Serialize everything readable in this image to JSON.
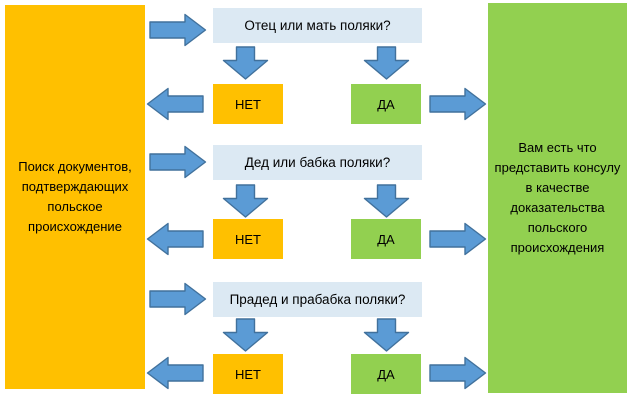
{
  "colors": {
    "orange": "#FFC000",
    "green": "#92D050",
    "question_bg": "#DCE9F3",
    "arrow_fill": "#5B9BD5",
    "arrow_stroke": "#41719C"
  },
  "left_result": {
    "text": "Поиск документов,\nподтверждающих\nпольское\nпроисхождение"
  },
  "right_result": {
    "text": "Вам есть что\nпредставить консулу\nв качестве\nдоказательства\nпольского\nпроисхождения"
  },
  "rows": [
    {
      "question": "Отец или мать поляки?",
      "no_label": "НЕТ",
      "yes_label": "ДА"
    },
    {
      "question": "Дед или бабка поляки?",
      "no_label": "НЕТ",
      "yes_label": "ДА"
    },
    {
      "question": "Прадед и прабабка поляки?",
      "no_label": "НЕТ",
      "yes_label": "ДА"
    }
  ],
  "icons": {
    "arrow_right": "block-arrow-right",
    "arrow_left": "block-arrow-left",
    "arrow_down": "block-arrow-down"
  }
}
